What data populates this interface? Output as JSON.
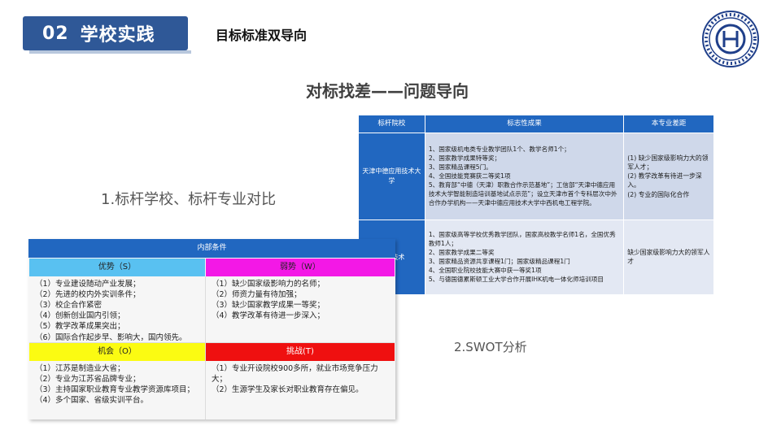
{
  "header": {
    "section_number": "02",
    "section_title": "学校实践",
    "subtitle": "目标标准双导向"
  },
  "main_title": "对标找差——问题导向",
  "benchmark_table": {
    "headers": [
      "标杆院校",
      "标志性成果",
      "本专业差距"
    ],
    "rows": [
      {
        "school": "天津中德应用技术大学",
        "achievements": [
          "1、国家级机电类专业教学团队1个、教学名师1个；",
          "2、国家教学成果特等奖；",
          "3、国家精品课程5门。",
          "4、全国技能竞赛获二等奖1项",
          "5、教育部“中德（天津）职教合作示范基地”；工信部“天津中德应用技术大学智能制造培训基地试点示范”；设立天津市首个专科层次中外合作办学机构——天津中德应用技术大学中西机电工程学院。"
        ],
        "gaps": [
          "(1) 缺少国家级影响力大的领军人才；",
          "(2) 教学改革有待进一步深入。",
          "(2) 专业的国际化合作"
        ]
      },
      {
        "school": "职业技术",
        "achievements": [
          "1、国家级高等学校优秀教学团队，国家高校教学名师1名，全国优秀教师1人；",
          "2、国家教学成果二等奖",
          "3、国家精品资源共享课程1门；国家级精品课程1门",
          "4、全国职业院校技能大赛中获一等奖1项",
          "5、与德国德累斯顿工业大学合作开展IHK机电一体化师培训项目"
        ],
        "gaps": [
          "缺少国家级影响力大的领军人才"
        ]
      }
    ]
  },
  "captions": {
    "benchmark": "1.标杆学校、标杆专业对比",
    "swot": "2.SWOT分析"
  },
  "swot": {
    "header": "内部条件",
    "strengths_label": "优势（S）",
    "weaknesses_label": "弱势（W）",
    "opportunities_label": "机会（O）",
    "threats_label": "挑战(T)",
    "strengths": [
      "（1）专业建设随动产业发展；",
      "（2）先进的校内外实训条件；",
      "（3）校企合作紧密",
      "（4）创新创业国内引领；",
      "（5）教学改革成果突出；",
      "（6）国际合作起步早、影响大，国内领先。"
    ],
    "weaknesses": [
      "（1）缺少国家级影响力的名师；",
      "（2）师资力量有待加强；",
      "（3）缺少国家教学成果一等奖；",
      "（4）教学改革有待进一步深入；"
    ],
    "opportunities": [
      "（1）江苏是制造业大省；",
      "（2）专业为江苏省品牌专业；",
      "（3）主持国家职业教育专业教学资源库项目；",
      "（4）多个国家、省级实训平台。"
    ],
    "threats": [
      "（1）专业开设院校900多所，就业市场竞争压力大；",
      "（2）生源学生及家长对职业教育存在偏见。"
    ],
    "colors": {
      "s": "#59c1f1",
      "w": "#f318e6",
      "o": "#fbfb12",
      "t": "#ef1010"
    }
  },
  "colors": {
    "primary": "#2f5897",
    "table_header": "#2167c0"
  }
}
